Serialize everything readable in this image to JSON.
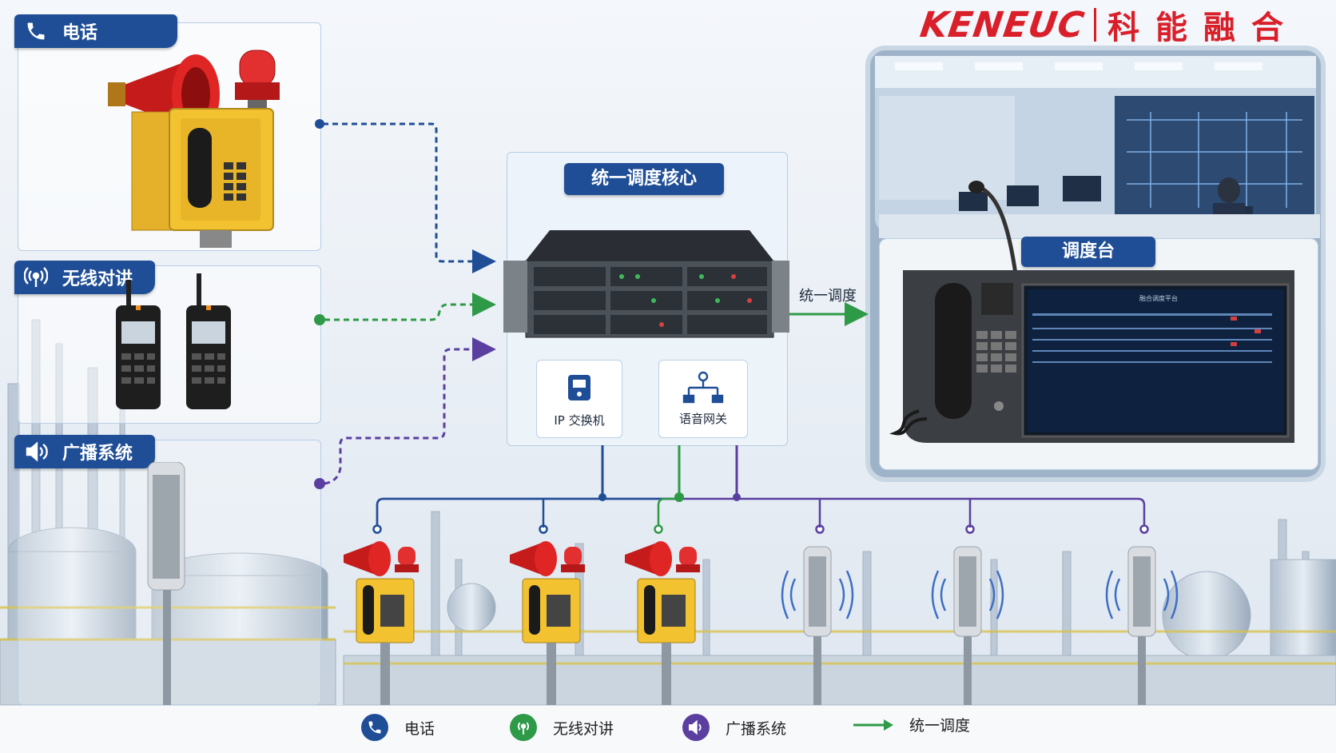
{
  "brand": {
    "en": "KENEUC",
    "cn": "科能融合",
    "color": "#d9202a"
  },
  "colors": {
    "phone": "#1f4e96",
    "radio": "#2e9a47",
    "broadcast": "#5a3fa0",
    "tag_bg": "#1f4e96"
  },
  "panels": {
    "phone": {
      "label": "电话",
      "icon": "phone-icon"
    },
    "radio": {
      "label": "无线对讲",
      "icon": "radio-wave-icon"
    },
    "broadcast": {
      "label": "广播系统",
      "icon": "speaker-icon"
    }
  },
  "center": {
    "title": "统一调度核心",
    "modules": [
      {
        "label": "IP 交换机",
        "icon": "ip-switch-icon"
      },
      {
        "label": "语音网关",
        "icon": "gateway-icon"
      }
    ]
  },
  "flow_label": "统一调度",
  "console": {
    "title": "调度台",
    "screen_title": "融合调度平台"
  },
  "legend": [
    {
      "label": "电话",
      "icon": "phone-icon",
      "color": "#1f4e96"
    },
    {
      "label": "无线对讲",
      "icon": "radio-wave-icon",
      "color": "#2e9a47"
    },
    {
      "label": "广播系统",
      "icon": "speaker-icon",
      "color": "#5a3fa0"
    },
    {
      "label": "统一调度",
      "icon": "arrow-icon",
      "color": "#2e9a47"
    }
  ]
}
